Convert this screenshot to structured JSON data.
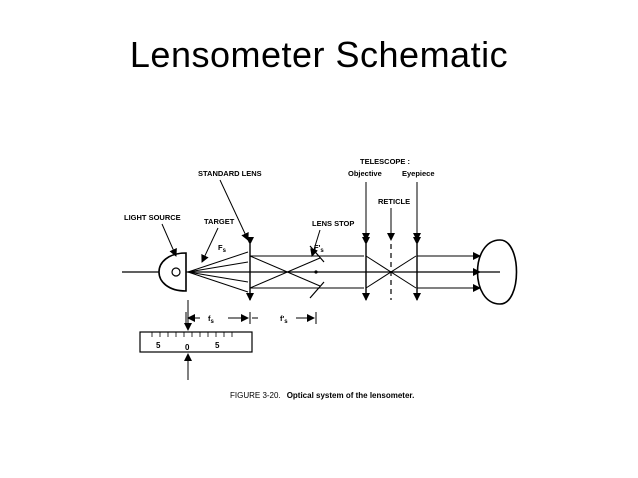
{
  "slide": {
    "title": "Lensometer Schematic"
  },
  "labels": {
    "telescope": "TELESCOPE :",
    "objective": "Objective",
    "eyepiece": "Eyepiece",
    "reticle": "RETICLE",
    "standard_lens": "STANDARD LENS",
    "light_source": "LIGHT SOURCE",
    "target": "TARGET",
    "lens_stop": "LENS STOP",
    "fs_symbol": "F",
    "fs_sub": "s",
    "fs_prime_symbol": "F'",
    "fs_prime_sub": "s",
    "dim_fs": "f",
    "dim_fs_sub": "s",
    "dim_fs_prime": "f'",
    "dim_fs_prime_sub": "s"
  },
  "scale": {
    "left": "5",
    "center": "0",
    "right": "5"
  },
  "caption": {
    "prefix": "FIGURE 3-20.",
    "text": "Optical system of the lensometer."
  }
}
